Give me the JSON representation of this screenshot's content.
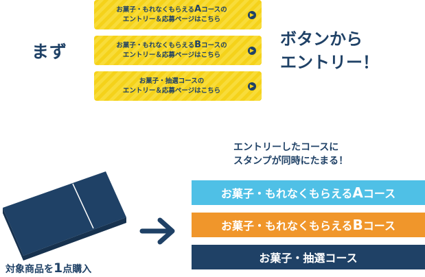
{
  "intro": {
    "first_label": "まず",
    "tagline_line1": "ボタンから",
    "tagline_line2": "エントリー！"
  },
  "buttons": [
    {
      "line1_pre": "お菓子・もれなくもらえる",
      "line1_letter": "A",
      "line1_post": "コースの",
      "line2": "エントリー＆応募ページはこちら",
      "icon": "chevron-right-icon"
    },
    {
      "line1_pre": "お菓子・もれなくもらえる",
      "line1_letter": "B",
      "line1_post": "コースの",
      "line2": "エントリー＆応募ページはこちら",
      "icon": "chevron-right-icon"
    },
    {
      "line1_pre": "お菓子・抽選コースの",
      "line1_letter": "",
      "line1_post": "",
      "line2": "エントリー＆応募ページはこちら",
      "icon": "chevron-right-icon"
    }
  ],
  "stamp_caption": {
    "line1": "エントリーしたコースに",
    "line2": "スタンプが同時にたまる！"
  },
  "courses": [
    {
      "pre": "お菓子・もれなくもらえる",
      "letter": "A",
      "post": "コース",
      "color": "#4fc0e6"
    },
    {
      "pre": "お菓子・もれなくもらえる",
      "letter": "B",
      "post": "コース",
      "color": "#f0962b"
    },
    {
      "pre": "お菓子・抽選コース",
      "letter": "",
      "post": "",
      "color": "#1f4166"
    }
  ],
  "product": {
    "label_pre": "対象商品を",
    "label_num": "1",
    "label_post": "点購入",
    "icon": "product-box-icon"
  },
  "flow_arrow": "arrow-right-icon",
  "colors": {
    "navy": "#1f4166",
    "button_yellow": "#f5d21a",
    "course_a": "#4fc0e6",
    "course_b": "#f0962b",
    "course_lottery": "#1f4166"
  }
}
